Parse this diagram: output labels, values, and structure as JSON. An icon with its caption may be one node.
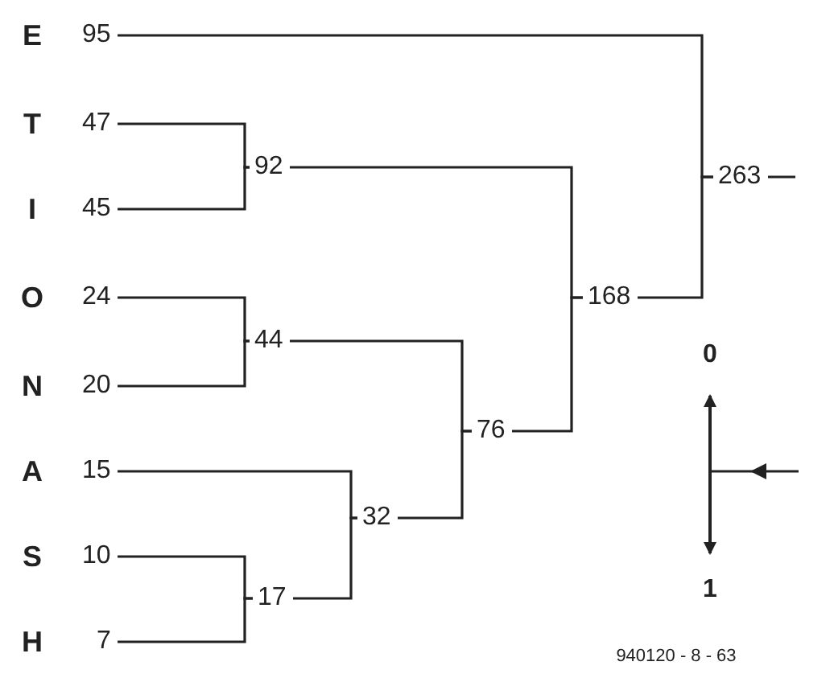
{
  "diagram": {
    "nodes": [
      {
        "text": [
          "95"
        ],
        "beside": [
          "E"
        ]
      },
      {
        "text": [
          "47"
        ],
        "beside": [
          "T"
        ]
      },
      {
        "text": [
          "45"
        ],
        "beside": [
          "I"
        ]
      },
      {
        "text": [
          "24"
        ],
        "beside": [
          "O"
        ]
      },
      {
        "text": [
          "20"
        ],
        "beside": [
          "N"
        ]
      },
      {
        "text": [
          "15"
        ],
        "beside": [
          "A"
        ]
      },
      {
        "text": [
          "10"
        ],
        "beside": [
          "S"
        ]
      },
      {
        "text": [
          "7"
        ],
        "beside": [
          "H"
        ]
      },
      {
        "text": [
          "92"
        ]
      },
      {
        "text": [
          "44"
        ]
      },
      {
        "text": [
          "17"
        ]
      },
      {
        "text": [
          "32"
        ]
      },
      {
        "text": [
          "76"
        ]
      },
      {
        "text": [
          "168"
        ]
      },
      {
        "text": [
          "263"
        ]
      }
    ],
    "edges": [
      {
        "from": 1,
        "to": 8,
        "arrow": "none"
      },
      {
        "from": 2,
        "to": 8,
        "arrow": "none"
      },
      {
        "from": 3,
        "to": 9,
        "arrow": "none"
      },
      {
        "from": 4,
        "to": 9,
        "arrow": "none"
      },
      {
        "from": 6,
        "to": 10,
        "arrow": "none"
      },
      {
        "from": 7,
        "to": 10,
        "arrow": "none"
      },
      {
        "from": 5,
        "to": 11,
        "arrow": "none"
      },
      {
        "from": 10,
        "to": 11,
        "arrow": "none"
      },
      {
        "from": 9,
        "to": 12,
        "arrow": "none"
      },
      {
        "from": 11,
        "to": 12,
        "arrow": "none"
      },
      {
        "from": 8,
        "to": 13,
        "arrow": "none"
      },
      {
        "from": 12,
        "to": 13,
        "arrow": "none"
      },
      {
        "from": 0,
        "to": 14,
        "arrow": "none"
      },
      {
        "from": 13,
        "to": 14,
        "arrow": "none"
      },
      {
        "from": 14,
        "to": null,
        "arrow": "none"
      }
    ],
    "labels": [
      "0",
      "1",
      "940120 - 8 - 63"
    ]
  }
}
